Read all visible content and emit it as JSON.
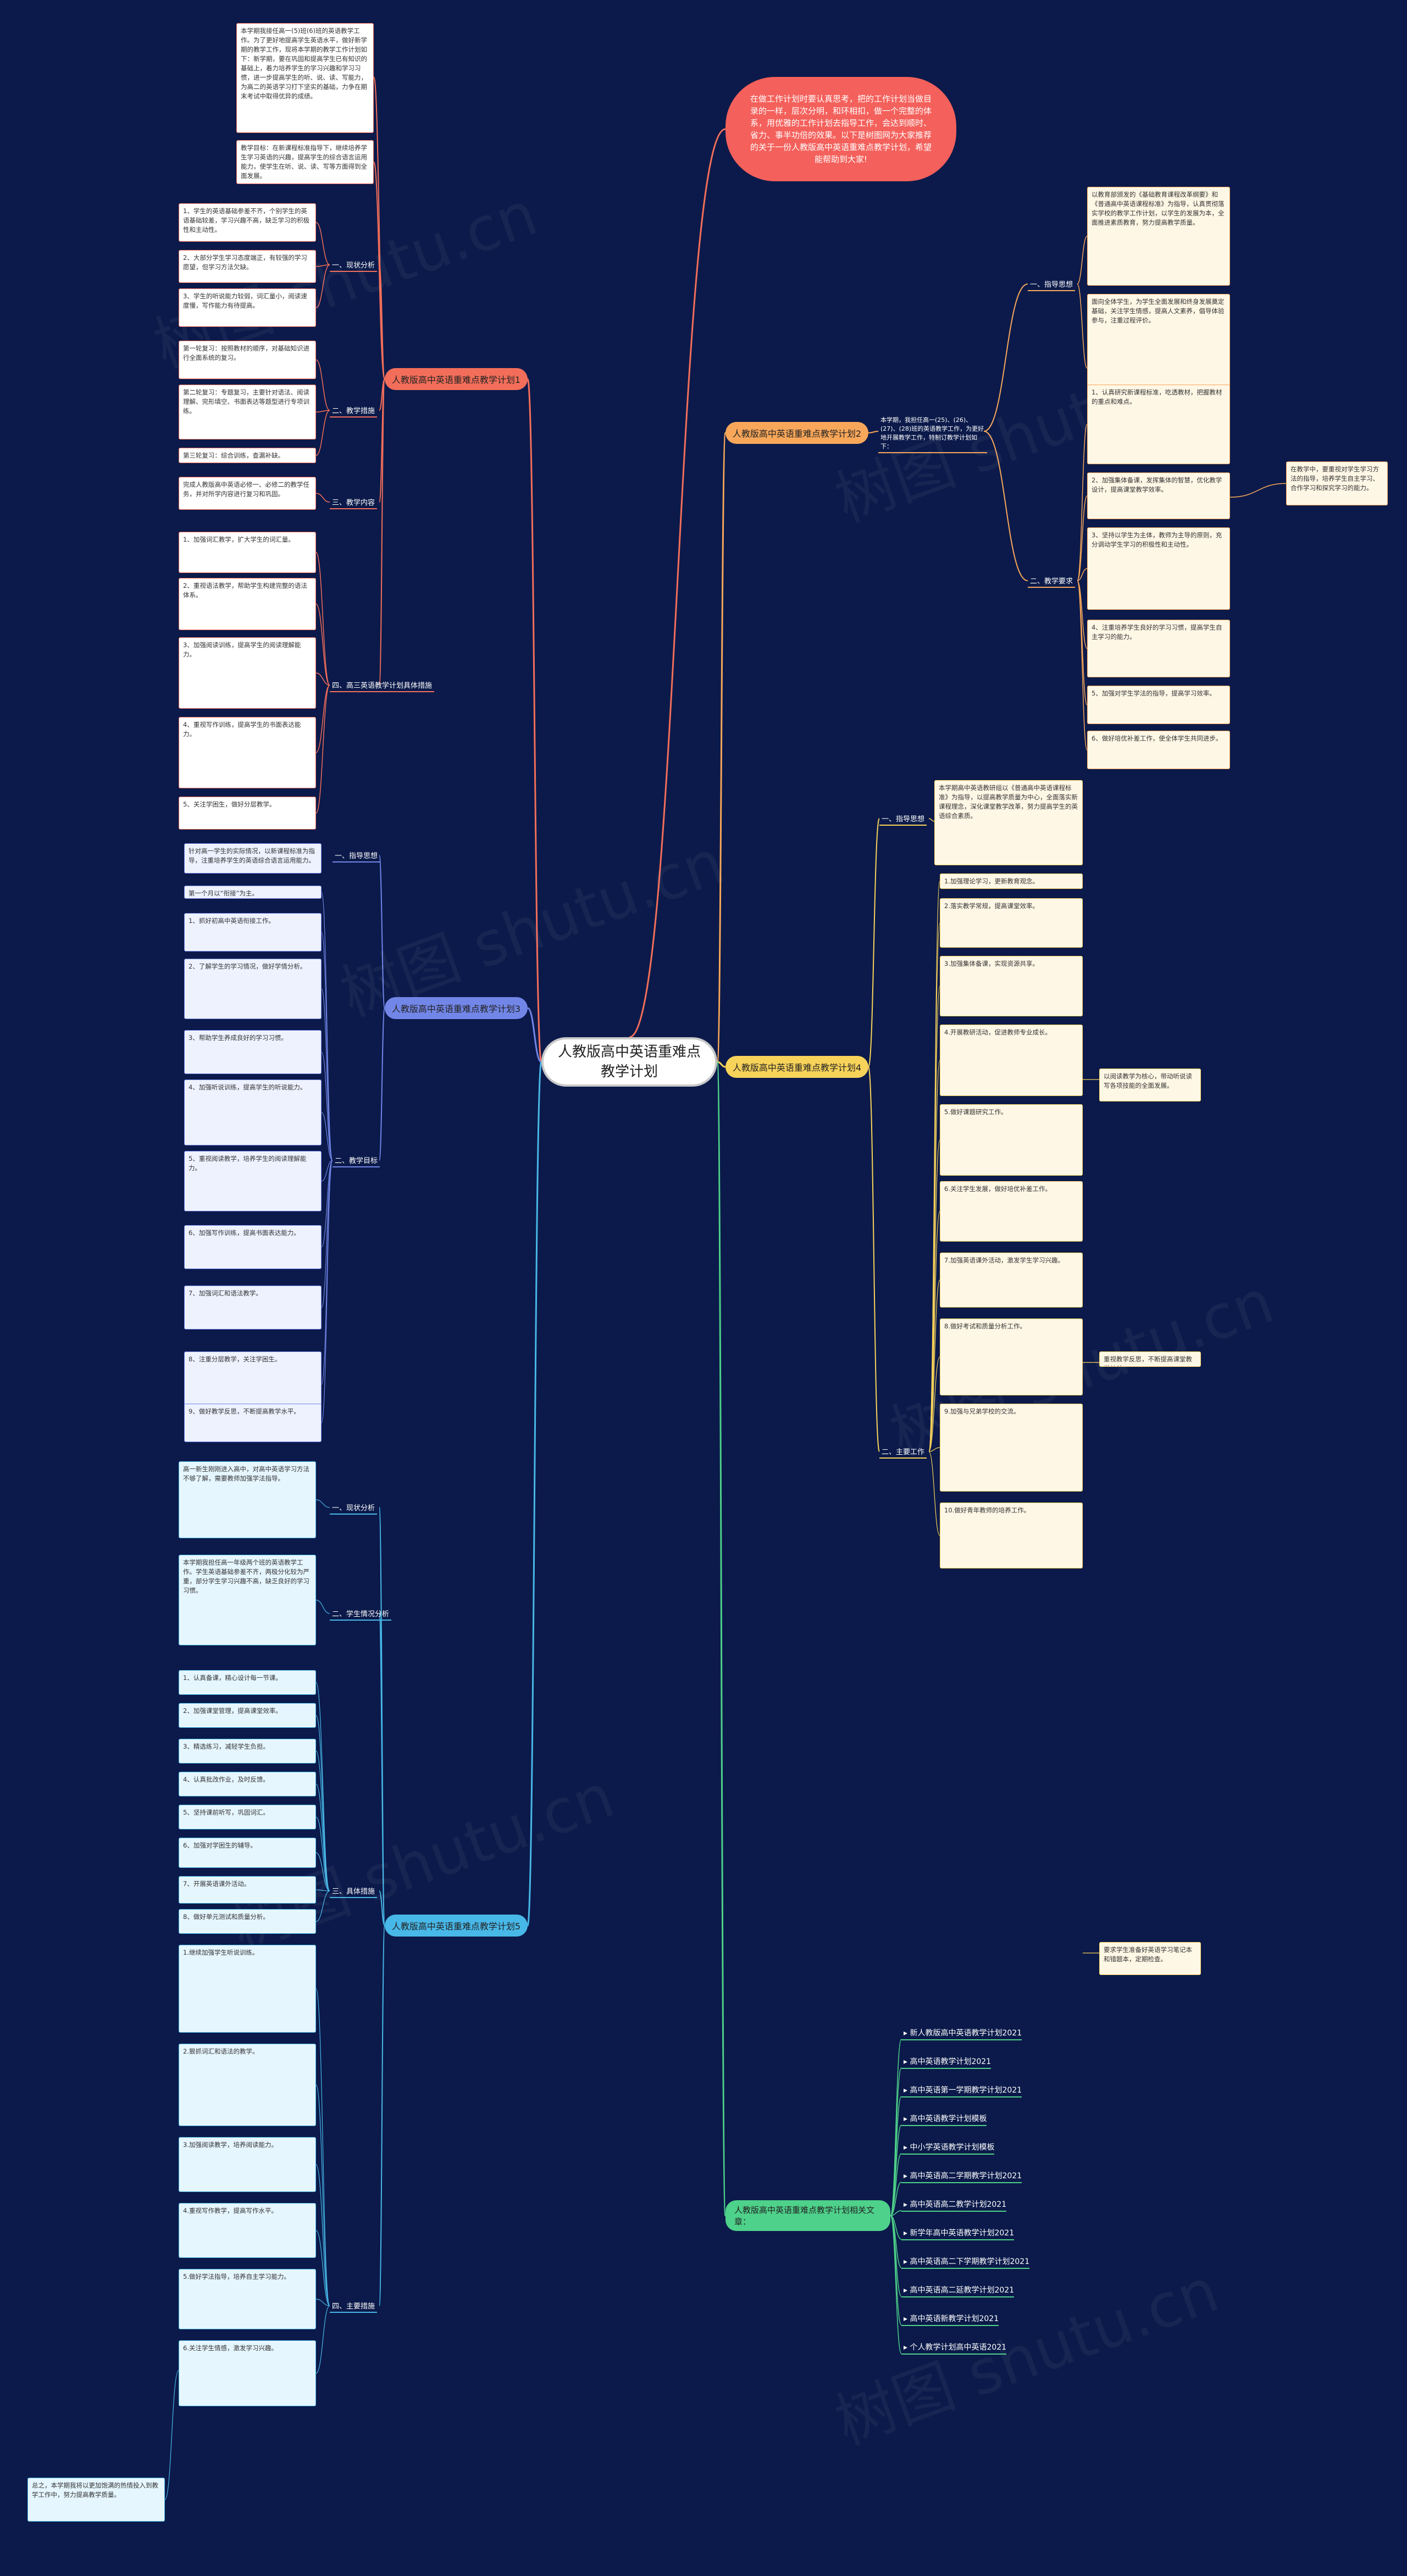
{
  "title": "人教版高中英语重难点教学计划",
  "intro": "在做工作计划时要认真思考，把的工作计划当做目录的一样，层次分明，和环相扣，做一个完整的体系，用优雅的工作计划去指导工作，会达到顺时、省力、事半功倍的效果。以下是树图网为大家推荐的关于一份人教版高中英语重难点教学计划，希望能帮助到大家!",
  "branch1": {
    "label": "人教版高中英语重难点教学计划1",
    "intro_leaves": [
      "本学期我接任高一(5)班(6)班的英语教学工作。为了更好地提高学生英语水平，做好新学期的教学工作，现将本学期的教学工作计划如下：新学期，要在巩固和提高学生已有知识的基础上，着力培养学生的学习兴趣和学习习惯，进一步提高学生的听、说、读、写能力，为高二的英语学习打下坚实的基础，力争在期末考试中取得优异的成绩。",
      "教学目标：在新课程标准指导下，继续培养学生学习英语的兴趣，提高学生的综合语言运用能力，使学生在听、说、读、写等方面得到全面发展。"
    ],
    "subs": [
      {
        "label": "一、现状分析",
        "leaves": [
          "1、学生的英语基础参差不齐，个别学生的英语基础较差，学习兴趣不高，缺乏学习的积极性和主动性。",
          "2、大部分学生学习态度端正，有较强的学习愿望，但学习方法欠缺。",
          "3、学生的听说能力较弱，词汇量小，阅读速度慢，写作能力有待提高。"
        ]
      },
      {
        "label": "二、教学措施",
        "leaves": [
          "第一轮复习：按照教材的顺序，对基础知识进行全面系统的复习。",
          "第二轮复习：专题复习，主要针对语法、阅读理解、完形填空、书面表达等题型进行专项训练。",
          "第三轮复习：综合训练，查漏补缺。"
        ]
      },
      {
        "label": "三、教学内容",
        "leaves": [
          "完成人教版高中英语必修一、必修二的教学任务，并对所学内容进行复习和巩固。"
        ]
      },
      {
        "label": "四、高三英语教学计划具体措施",
        "leaves": [
          "1、加强词汇教学，扩大学生的词汇量。",
          "2、重视语法教学，帮助学生构建完整的语法体系。",
          "3、加强阅读训练，提高学生的阅读理解能力。",
          "4、重视写作训练，提高学生的书面表达能力。",
          "5、关注学困生，做好分层教学。"
        ]
      }
    ]
  },
  "branch2": {
    "label": "人教版高中英语重难点教学计划2",
    "note": "本学期，我担任高一(25)、(26)、(27)、(28)班的英语教学工作，为更好地开展教学工作，特制订教学计划如下：",
    "subs": [
      {
        "label": "一、指导思想",
        "leaves": [
          "以教育部颁发的《基础教育课程改革纲要》和《普通高中英语课程标准》为指导，认真贯彻落实学校的教学工作计划，以学生的发展为本，全面推进素质教育，努力提高教学质量。",
          "面向全体学生，为学生全面发展和终身发展奠定基础，关注学生情感，提高人文素养，倡导体验参与，注重过程评价。"
        ]
      },
      {
        "label": "二、教学要求",
        "leaves": [
          "1、认真研究新课程标准，吃透教材，把握教材的重点和难点。",
          "2、加强集体备课，发挥集体的智慧，优化教学设计，提高课堂教学效率。",
          "3、坚持以学生为主体，教师为主导的原则，充分调动学生学习的积极性和主动性。",
          "4、注重培养学生良好的学习习惯，提高学生自主学习的能力。",
          "5、加强对学生学法的指导，提高学习效率。",
          "6、做好培优补差工作，使全体学生共同进步。"
        ]
      }
    ],
    "side_leaf": "在教学中，要重视对学生学习方法的指导，培养学生自主学习、合作学习和探究学习的能力。"
  },
  "branch3": {
    "label": "人教版高中英语重难点教学计划3",
    "subs": [
      {
        "label": "一、指导思想",
        "leaves": [
          "针对高一学生的实际情况，以新课程标准为指导，注重培养学生的英语综合语言运用能力。"
        ]
      },
      {
        "label": "二、教学目标",
        "leaves": [
          "第一个月以“衔接”为主。",
          "1、抓好初高中英语衔接工作。",
          "2、了解学生的学习情况，做好学情分析。",
          "3、帮助学生养成良好的学习习惯。",
          "4、加强听说训练，提高学生的听说能力。",
          "5、重视阅读教学，培养学生的阅读理解能力。",
          "6、加强写作训练，提高书面表达能力。",
          "7、加强词汇和语法教学。",
          "8、注重分层教学，关注学困生。",
          "9、做好教学反思，不断提高教学水平。"
        ]
      }
    ]
  },
  "branch4": {
    "label": "人教版高中英语重难点教学计划4",
    "subs": [
      {
        "label": "一、指导思想",
        "leaves": [
          "本学期高中英语教研组以《普通高中英语课程标准》为指导，以提高教学质量为中心，全面落实新课程理念，深化课堂教学改革，努力提高学生的英语综合素质。"
        ]
      },
      {
        "label": "二、主要工作",
        "leaves": [
          "1.加强理论学习，更新教育观念。",
          "2.落实教学常规，提高课堂效率。",
          "3.加强集体备课，实现资源共享。",
          "4.开展教研活动，促进教师专业成长。",
          "5.做好课题研究工作。",
          "6.关注学生发展，做好培优补差工作。",
          "7.加强英语课外活动，激发学生学习兴趣。",
          "8.做好考试和质量分析工作。",
          "9.加强与兄弟学校的交流。",
          "10.做好青年教师的培养工作。"
        ]
      }
    ],
    "side_leaves": [
      "以阅读教学为核心，带动听说读写各项技能的全面发展。",
      "重视教学反思，不断提高课堂教学效益。",
      "要求学生准备好英语学习笔记本和错题本，定期检查。"
    ]
  },
  "branch5": {
    "label": "人教版高中英语重难点教学计划5",
    "subs": [
      {
        "label": "一、现状分析",
        "leaves": [
          "高一新生刚刚进入高中，对高中英语学习方法不够了解，需要教师加强学法指导。"
        ]
      },
      {
        "label": "二、学生情况分析",
        "leaves": [
          "本学期我担任高一年级两个班的英语教学工作。学生英语基础参差不齐，两极分化较为严重，部分学生学习兴趣不高，缺乏良好的学习习惯。"
        ]
      },
      {
        "label": "三、具体措施",
        "leaves": [
          "1、认真备课，精心设计每一节课。",
          "2、加强课堂管理，提高课堂效率。",
          "3、精选练习，减轻学生负担。",
          "4、认真批改作业，及时反馈。",
          "5、坚持课前听写，巩固词汇。",
          "6、加强对学困生的辅导。",
          "7、开展英语课外活动。",
          "8、做好单元测试和质量分析。"
        ]
      },
      {
        "label": "四、主要措施",
        "leaves": [
          "1.继续加强学生听说训练。",
          "2.狠抓词汇和语法的教学。",
          "3.加强阅读教学，培养阅读能力。",
          "4.重视写作教学，提高写作水平。",
          "5.做好学法指导，培养自主学习能力。",
          "6.关注学生情感，激发学习兴趣。"
        ]
      }
    ],
    "bottom_leaf": "总之，本学期我将以更加饱满的热情投入到教学工作中，努力提高教学质量。"
  },
  "related": {
    "label": "人教版高中英语重难点教学计划相关文章：",
    "items": [
      "▸ 新人教版高中英语教学计划2021",
      "▸ 高中英语教学计划2021",
      "▸ 高中英语第一学期教学计划2021",
      "▸ 高中英语教学计划模板",
      "▸ 中小学英语教学计划模板",
      "▸ 高中英语高二学期教学计划2021",
      "▸ 高中英语高二教学计划2021",
      "▸ 新学年高中英语教学计划2021",
      "▸ 高中英语高二下学期教学计划2021",
      "▸ 高中英语高二延教学计划2021",
      "▸ 高中英语新教学计划2021",
      "▸ 个人教学计划高中英语2021"
    ]
  },
  "watermark": "树图 shutu.cn"
}
